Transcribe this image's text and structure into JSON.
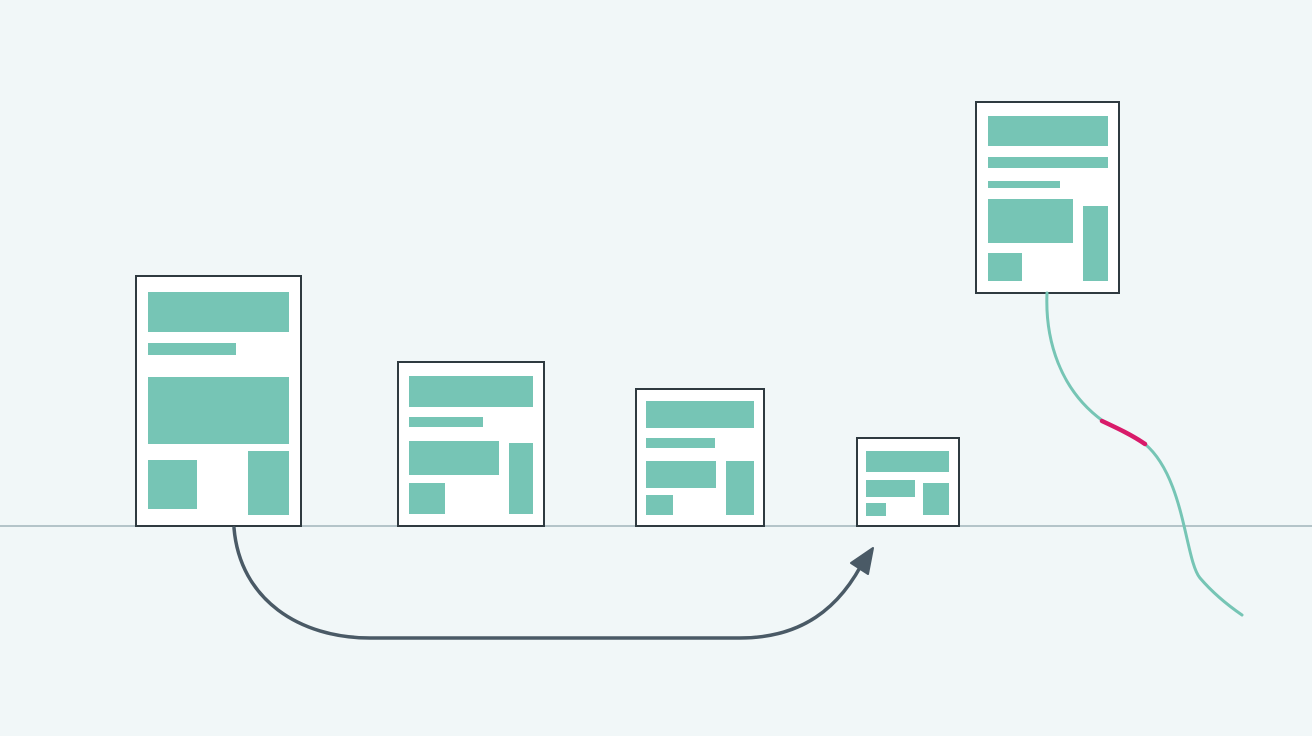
{
  "colors": {
    "background": "#f1f7f8",
    "frame_stroke": "#2f3a40",
    "frame_fill": "#ffffff",
    "block_fill": "#76c5b5",
    "baseline": "#9fb4b9",
    "arrow": "#4a5a66",
    "curve": "#76c5b5",
    "curve_highlight": "#d81b6a"
  },
  "icons": {
    "document": "document-icon",
    "arrow": "curved-arrow-icon"
  },
  "diagram": {
    "documents": [
      {
        "id": "doc-1",
        "label": ""
      },
      {
        "id": "doc-2",
        "label": ""
      },
      {
        "id": "doc-3",
        "label": ""
      },
      {
        "id": "doc-4",
        "label": ""
      },
      {
        "id": "doc-5",
        "label": ""
      }
    ]
  }
}
